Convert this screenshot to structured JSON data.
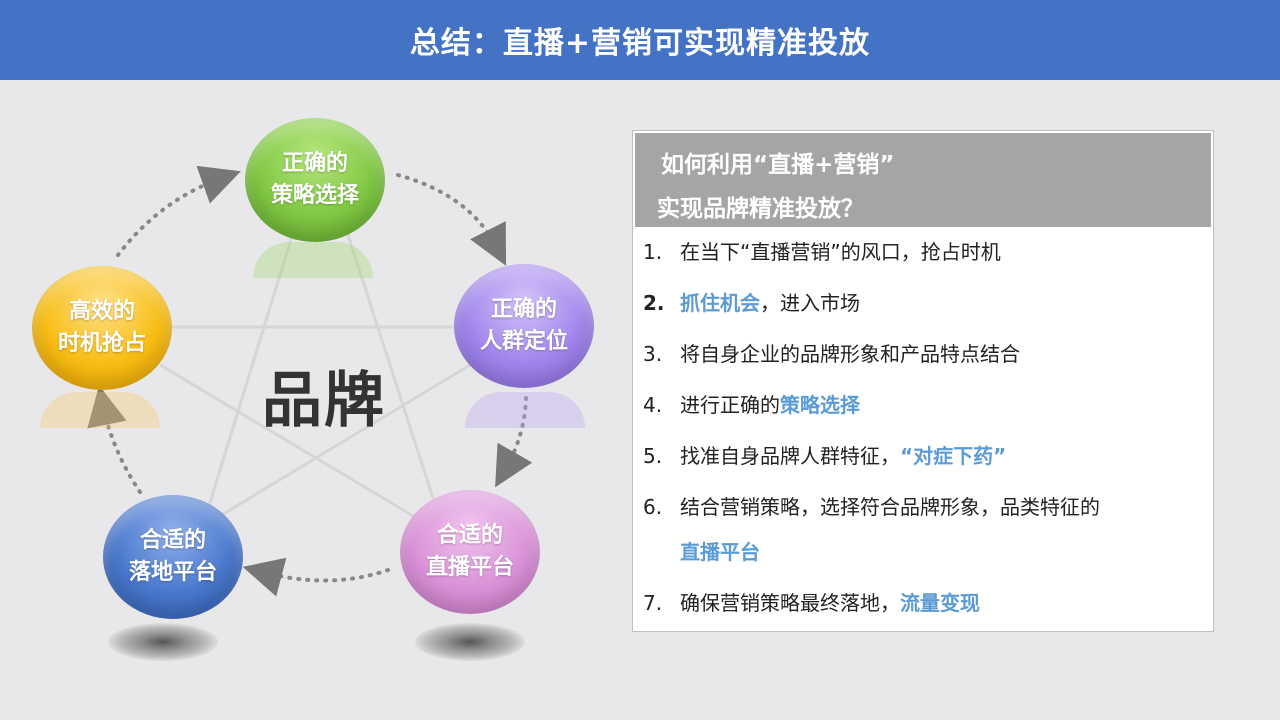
{
  "header": {
    "title": "总结：直播+营销可实现精准投放",
    "bg_color": "#4472c4"
  },
  "diagram": {
    "center_label": "品牌",
    "nodes": [
      {
        "id": "strategy",
        "line1": "正确的",
        "line2": "策略选择",
        "color": "#7dc240"
      },
      {
        "id": "audience",
        "line1": "正确的",
        "line2": "人群定位",
        "color": "#9b7ce8"
      },
      {
        "id": "live-platform",
        "line1": "合适的",
        "line2": "直播平台",
        "color": "#d98ed6"
      },
      {
        "id": "landing-platform",
        "line1": "合适的",
        "line2": "落地平台",
        "color": "#3f6fc4"
      },
      {
        "id": "timing",
        "line1": "高效的",
        "line2": "时机抢占",
        "color": "#f5b800"
      }
    ],
    "flow": "clockwise dotted arrows"
  },
  "panel": {
    "question_line1": "如何利用“直播+营销”",
    "question_line2": "实现品牌精准投放？",
    "items": [
      {
        "num": "1.",
        "pre": "在当下“直播营销”的风口，抢占时机",
        "hl": "",
        "post": ""
      },
      {
        "num": "2.",
        "pre": "",
        "hl": "抓住机会",
        "post": "，进入市场"
      },
      {
        "num": "3.",
        "pre": "将自身企业的品牌形象和产品特点结合",
        "hl": "",
        "post": ""
      },
      {
        "num": "4.",
        "pre": "进行正确的",
        "hl": "策略选择",
        "post": ""
      },
      {
        "num": "5.",
        "pre": "找准自身品牌人群特征，",
        "hl": "“对症下药”",
        "post": ""
      },
      {
        "num": "6.",
        "pre": "结合营销策略，选择符合品牌形象，品类特征的",
        "hl": "直播平台",
        "post": ""
      },
      {
        "num": "7.",
        "pre": "确保营销策略最终落地，",
        "hl": "流量变现",
        "post": ""
      }
    ],
    "highlight_color": "#5b9bd5"
  }
}
